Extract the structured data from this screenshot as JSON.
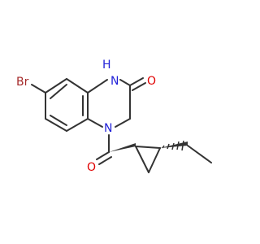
{
  "molecule": {
    "atom_labels": {
      "bromine": "Br",
      "nh": "H",
      "nh_nitrogen": "N",
      "carbonyl_oxygen_lactam": "O",
      "ring_nitrogen": "N",
      "carbonyl_oxygen_amide": "O"
    },
    "colors": {
      "bond": "#333333",
      "bromine": "#a52a2a",
      "nitrogen": "#2121d8",
      "oxygen": "#e00000",
      "background": "#ffffff"
    }
  }
}
